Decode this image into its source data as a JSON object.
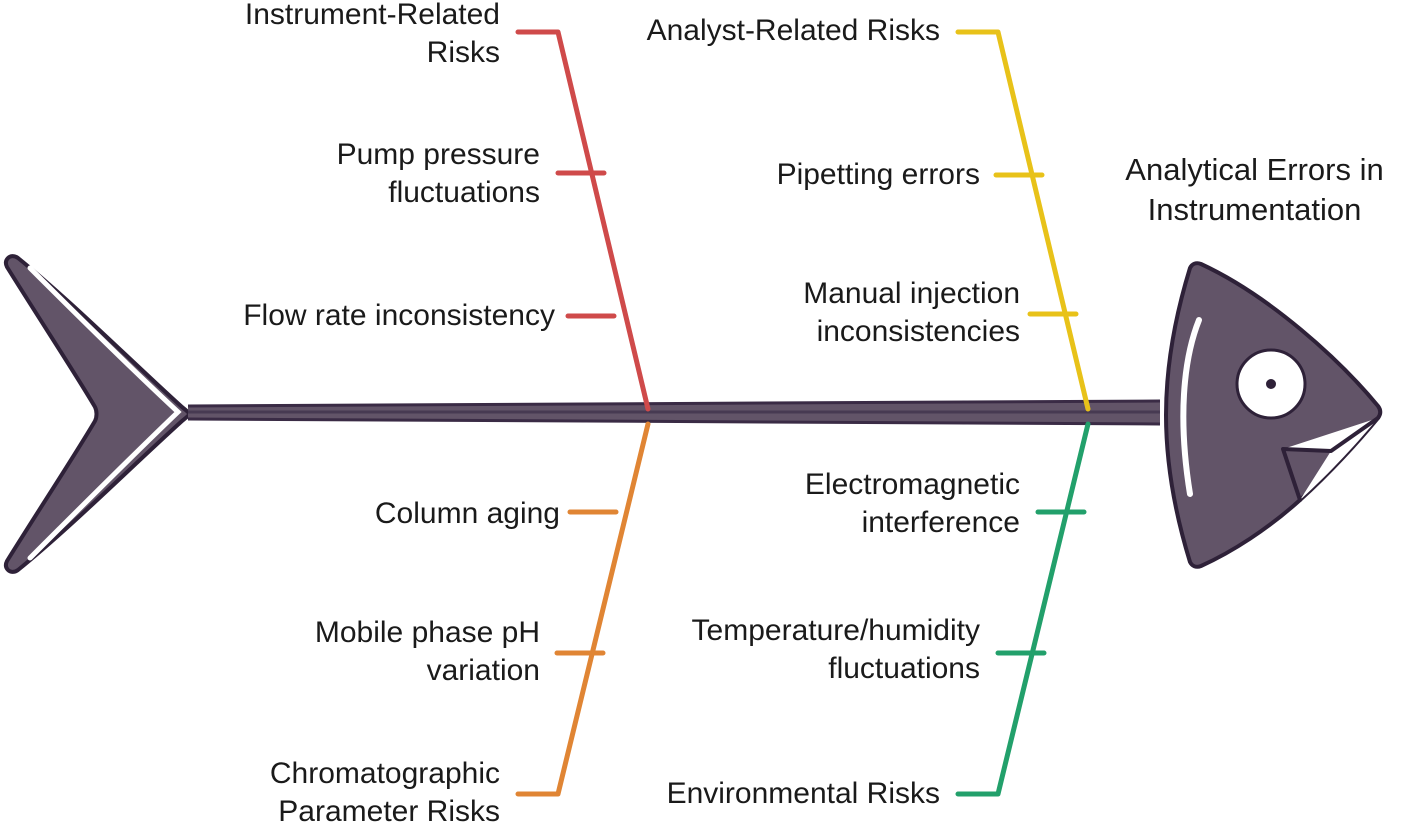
{
  "diagram": {
    "type": "fishbone-ishikawa",
    "title": "Analytical Errors in Instrumentation",
    "colors": {
      "fish_body": "#625468",
      "fish_outline": "#3a2b45",
      "spine": "#574a61",
      "instrument_branch": "#cf4a4a",
      "analyst_branch": "#e8c219",
      "chromatographic_branch": "#e08534",
      "environmental_branch": "#22a06b",
      "text": "#1a1a1a",
      "background": "#ffffff"
    },
    "branches": [
      {
        "id": "instrument-related-risks",
        "category": "Instrument-Related\nRisks",
        "color_key": "instrument_branch",
        "position": "upper-left",
        "causes": [
          "Pump pressure\nfluctuations",
          "Flow rate inconsistency"
        ]
      },
      {
        "id": "analyst-related-risks",
        "category": "Analyst-Related Risks",
        "color_key": "analyst_branch",
        "position": "upper-right",
        "causes": [
          "Pipetting errors",
          "Manual injection\ninconsistencies"
        ]
      },
      {
        "id": "chromatographic-parameter-risks",
        "category": "Chromatographic\nParameter Risks",
        "color_key": "chromatographic_branch",
        "position": "lower-left",
        "causes": [
          "Column aging",
          "Mobile phase pH\nvariation"
        ]
      },
      {
        "id": "environmental-risks",
        "category": "Environmental Risks",
        "color_key": "environmental_branch",
        "position": "lower-right",
        "causes": [
          "Electromagnetic\ninterference",
          "Temperature/humidity\nfluctuations"
        ]
      }
    ],
    "fish": {
      "head_label": "fish-head",
      "tail_label": "fish-tail",
      "eye_label": "fish-eye",
      "spine_label": "fish-spine"
    }
  }
}
